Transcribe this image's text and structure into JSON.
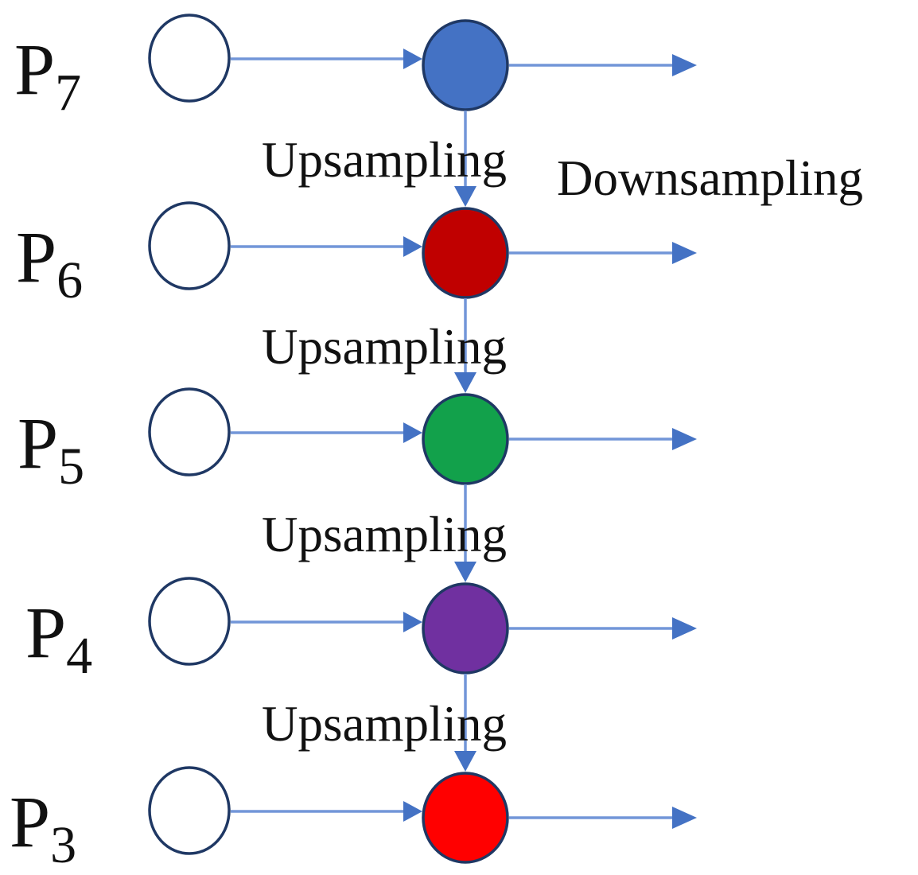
{
  "diagram": {
    "type": "feature-pyramid-flow",
    "background": "#ffffff",
    "node_stroke_color": "#1f3864",
    "arrow_line_color": "#7296d8",
    "arrow_head_color": "#4472c4",
    "text_color": "#111111",
    "upsampling_label": "Upsampling",
    "downsampling_label": "Downsampling",
    "levels": [
      {
        "id": "p7",
        "label": "P",
        "subscript": "7",
        "input_node_color": "#ffffff",
        "node_color": "#4472c4"
      },
      {
        "id": "p6",
        "label": "P",
        "subscript": "6",
        "input_node_color": "#ffffff",
        "node_color": "#c00000"
      },
      {
        "id": "p5",
        "label": "P",
        "subscript": "5",
        "input_node_color": "#ffffff",
        "node_color": "#12a14b"
      },
      {
        "id": "p4",
        "label": "P",
        "subscript": "4",
        "input_node_color": "#ffffff",
        "node_color": "#7030a0"
      },
      {
        "id": "p3",
        "label": "P",
        "subscript": "3",
        "input_node_color": "#ffffff",
        "node_color": "#ff0000"
      }
    ],
    "vertical_arrows": [
      {
        "from": "p7",
        "to": "p6",
        "label": "Upsampling"
      },
      {
        "from": "p6",
        "to": "p5",
        "label": "Upsampling"
      },
      {
        "from": "p5",
        "to": "p4",
        "label": "Upsampling"
      },
      {
        "from": "p4",
        "to": "p3",
        "label": "Upsampling"
      }
    ]
  }
}
